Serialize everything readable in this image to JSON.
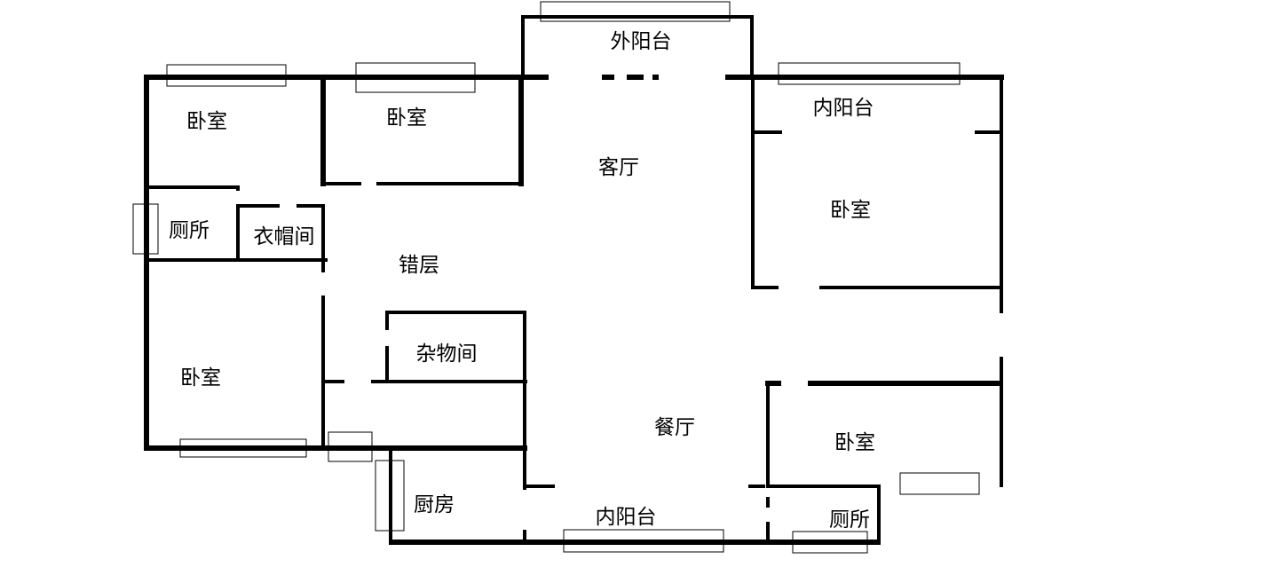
{
  "title": "户型平面图",
  "rooms": {
    "bedroom_nw": "卧室",
    "bedroom_n": "卧室",
    "bedroom_e": "卧室",
    "bedroom_w": "卧室",
    "bedroom_se": "卧室",
    "toilet_w": "厕所",
    "toilet_se": "厕所",
    "cloakroom": "衣帽间",
    "split_level": "错层",
    "living_room": "客厅",
    "outer_balcony": "外阳台",
    "inner_balcony_ne": "内阳台",
    "inner_balcony_s": "内阳台",
    "storage": "杂物间",
    "dining_room": "餐厅",
    "kitchen": "厨房"
  }
}
